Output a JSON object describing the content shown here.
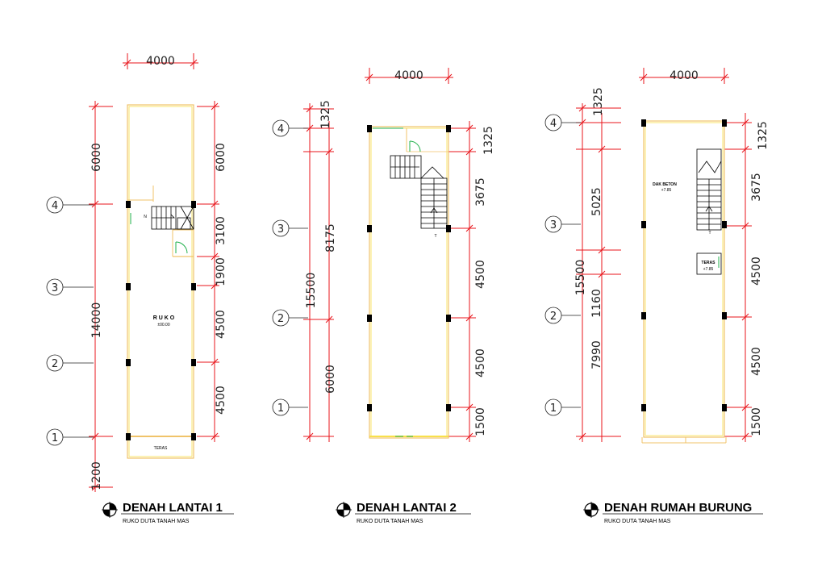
{
  "sheet": {
    "plans": [
      {
        "id": "plan1",
        "title": "DENAH LANTAI 1",
        "subtitle": "RUKO DUTA TANAH MAS",
        "top_dim": "4000",
        "left_dims": [
          "6000",
          "14000",
          "1200"
        ],
        "right_dims": [
          "6000",
          "3100",
          "1900",
          "4500",
          "4500"
        ],
        "grid_labels": [
          "4",
          "3",
          "2",
          "1"
        ],
        "room_label": "R U K O",
        "room_level": "±00.00",
        "teras_label": "TERAS",
        "stair_mark": "N"
      },
      {
        "id": "plan2",
        "title": "DENAH LANTAI 2",
        "subtitle": "RUKO DUTA TANAH MAS",
        "top_dim": "4000",
        "left_dims": [
          "1325",
          "8175",
          "15500",
          "6000"
        ],
        "right_dims": [
          "1325",
          "3675",
          "4500",
          "4500",
          "1500"
        ],
        "grid_labels": [
          "4",
          "3",
          "2",
          "1"
        ],
        "stair_mark": "T"
      },
      {
        "id": "plan3",
        "title": "DENAH RUMAH BURUNG",
        "subtitle": "RUKO DUTA TANAH MAS",
        "top_dim": "4000",
        "left_dims": [
          "1325",
          "5025",
          "15500",
          "1160",
          "7990"
        ],
        "right_dims": [
          "1325",
          "3675",
          "4500",
          "4500",
          "1500"
        ],
        "grid_labels": [
          "4",
          "3",
          "2",
          "1"
        ],
        "room_label": "DAK BETON",
        "room_level": "+7.85",
        "teras_label": "TERAS",
        "teras_level": "+7.85",
        "stair_mark": "T"
      }
    ],
    "colors": {
      "dimension": "#e8141b",
      "wall": "#f0c36a",
      "wall_inner": "#f8e04a",
      "column": "#000000",
      "door": "#22b14c",
      "stair": "#000000",
      "grid_bubble": "#222222"
    }
  }
}
